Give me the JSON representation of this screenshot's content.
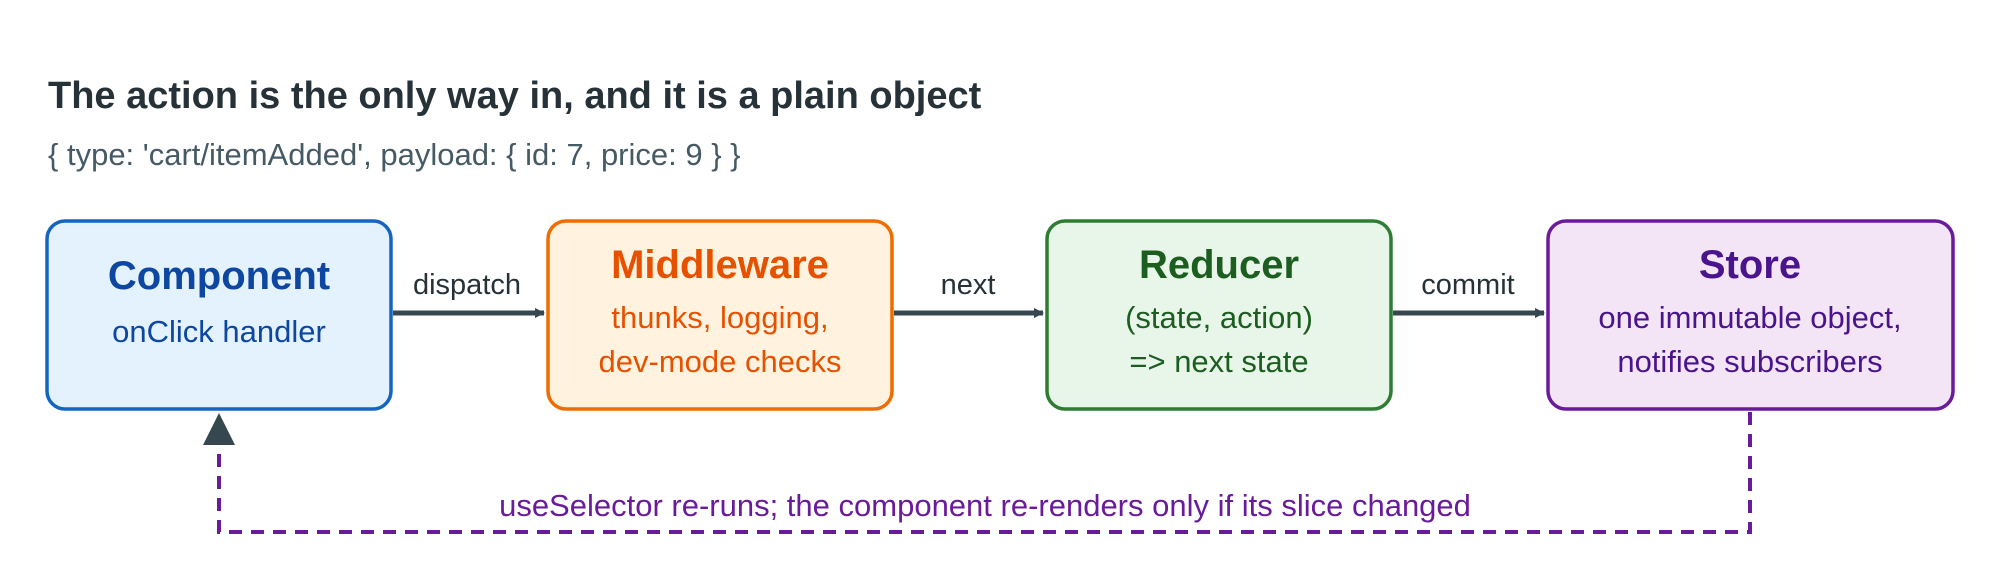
{
  "title": "The action is the only way in, and it is a plain object",
  "subtitle": "{ type: 'cart/itemAdded', payload: { id: 7, price: 9 } }",
  "nodes": [
    {
      "title": "Component",
      "lines": [
        "onClick handler"
      ],
      "color": "#0d47a1",
      "border": "#1565c0",
      "fill": "#e3f2fd"
    },
    {
      "title": "Middleware",
      "lines": [
        "thunks, logging,",
        "dev-mode checks"
      ],
      "color": "#e65100",
      "border": "#ef6c00",
      "fill": "#fff3e0"
    },
    {
      "title": "Reducer",
      "lines": [
        "(state, action)",
        "=> next state"
      ],
      "color": "#1b5e20",
      "border": "#2e7d32",
      "fill": "#e8f5e9"
    },
    {
      "title": "Store",
      "lines": [
        "one immutable object,",
        "notifies subscribers"
      ],
      "color": "#4a148c",
      "border": "#6a1b9a",
      "fill": "#f3e5f5"
    }
  ],
  "edges": [
    {
      "label": "dispatch"
    },
    {
      "label": "next"
    },
    {
      "label": "commit"
    }
  ],
  "feedback": {
    "label": "useSelector re-runs; the component re-renders only if its slice changed",
    "color": "#6a1b9a"
  },
  "arrow_color": "#37474f"
}
